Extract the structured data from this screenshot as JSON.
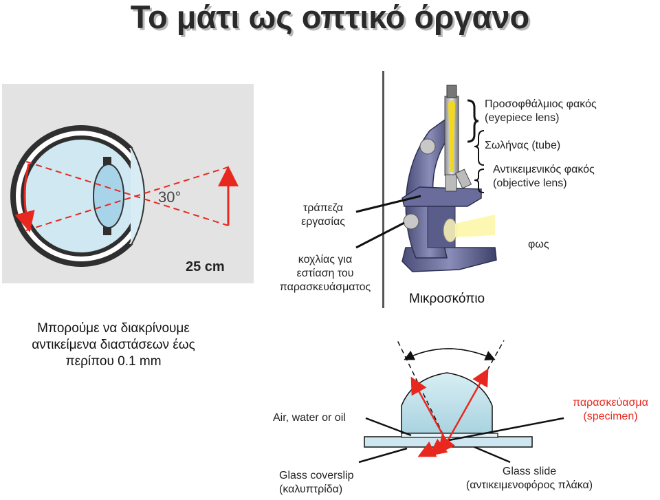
{
  "title": "Το μάτι ως οπτικό όργανο",
  "eye": {
    "angle_label": "30°",
    "distance_label": "25 cm",
    "resolution_text": [
      "Μπορούμε να διακρίνουμε",
      "αντικείμενα διαστάσεων έως",
      "περίπου 0.1 mm"
    ]
  },
  "microscope": {
    "caption": "Μικροσκόπιο",
    "stage_label": [
      "τράπεζα",
      "εργασίας"
    ],
    "focus_label": [
      "κοχλίας για",
      "εστίαση του",
      "παρασκευάσματος"
    ],
    "eyepiece_label": [
      "Προσοφθάλμιος φακός",
      "(eyepiece lens)"
    ],
    "tube_label": "Σωλήνας (tube)",
    "objective_label": [
      "Αντικειμενικός φακός",
      "(objective lens)"
    ],
    "light_label": "φως"
  },
  "objective_diagram": {
    "medium_label": "Air, water or oil",
    "specimen_label": [
      "παρασκεύασμα",
      "(specimen)"
    ],
    "coverslip_label": [
      "Glass coverslip",
      "(καλυπτρίδα)"
    ],
    "slide_label": [
      "Glass slide",
      "(αντικειμενοφόρος πλάκα)"
    ]
  }
}
